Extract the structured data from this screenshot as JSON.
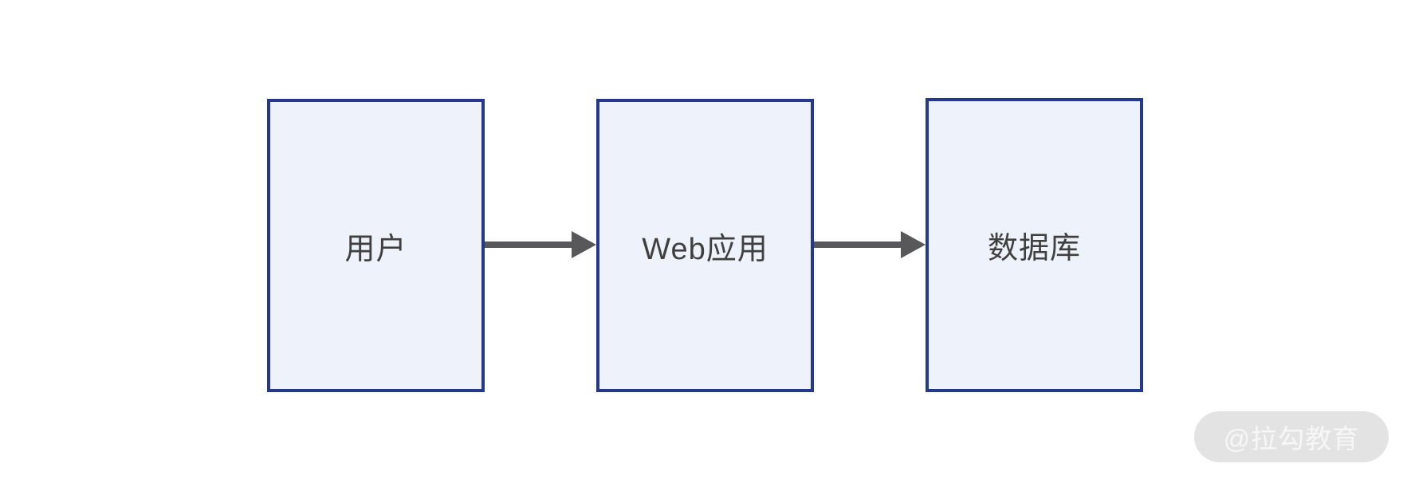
{
  "diagram": {
    "title": "web-app-architecture-flow",
    "nodes": [
      {
        "id": "user",
        "label": "用户"
      },
      {
        "id": "web-app",
        "label": "Web应用"
      },
      {
        "id": "database",
        "label": "数据库"
      }
    ],
    "edges": [
      {
        "from": "用户",
        "to": "Web应用",
        "direction": "right"
      },
      {
        "from": "Web应用",
        "to": "数据库",
        "direction": "right"
      }
    ],
    "colors": {
      "background": "#FFFFFF",
      "node_fill": "#EEF2FA",
      "node_border": "#24388C",
      "node_text": "#404040",
      "arrow": "#58585A"
    }
  },
  "watermark": {
    "text": "@拉勾教育",
    "bg_color": "#E3E3E3",
    "text_color": "#F7F7F7"
  }
}
